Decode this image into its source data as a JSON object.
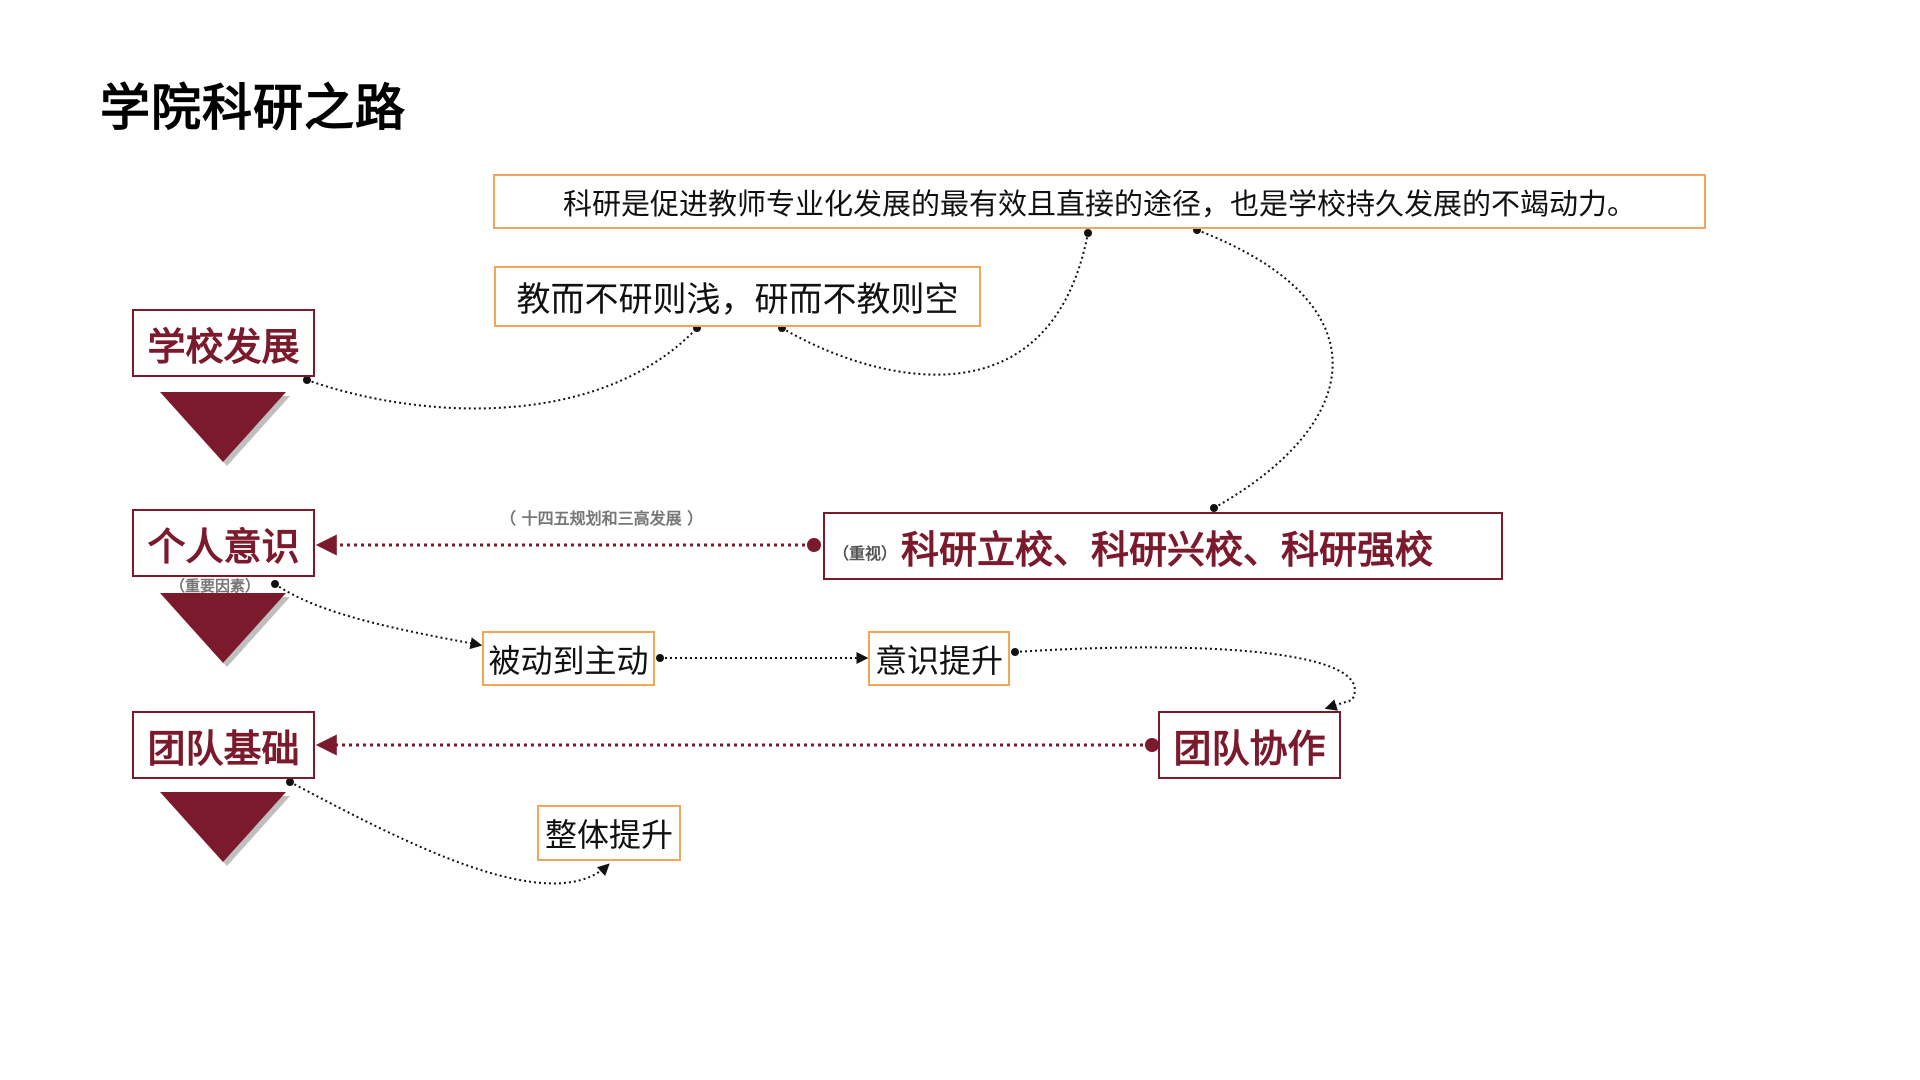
{
  "title": "学院科研之路",
  "colors": {
    "maroon": "#7b1a2c",
    "orange_border": "#f2a65a",
    "gray_label": "#777777"
  },
  "left_column": [
    {
      "label": "学校发展"
    },
    {
      "label": "个人意识",
      "note": "（重要因素）"
    },
    {
      "label": "团队基础"
    }
  ],
  "quotes": {
    "top": "科研是促进教师专业化发展的最有效且直接的途径，也是学校持久发展的不竭动力。",
    "second": "教而不研则浅，研而不教则空"
  },
  "strategy": {
    "prefix": "（重视）",
    "text": "科研立校、科研兴校、科研强校",
    "arrow_note": "（ 十四五规划和三高发展 ）"
  },
  "steps": {
    "passive_to_active": "被动到主动",
    "awareness_up": "意识提升",
    "overall_up": "整体提升"
  },
  "team_collab": "团队协作"
}
